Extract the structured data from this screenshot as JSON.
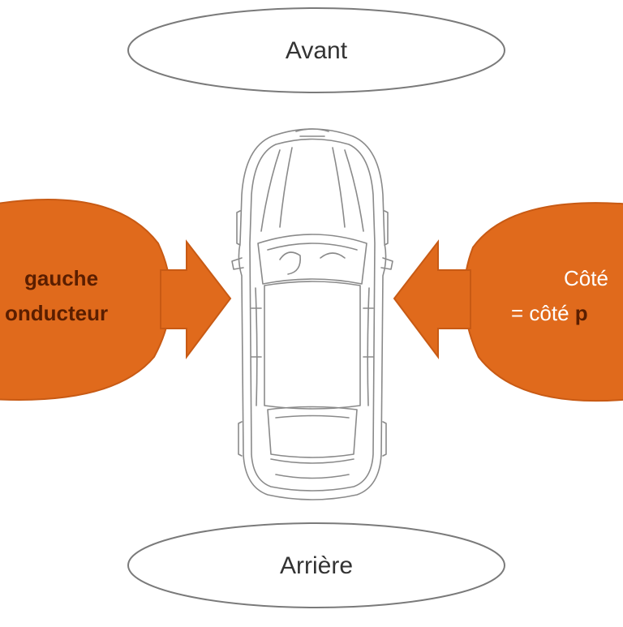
{
  "labels": {
    "front": "Avant",
    "rear": "Arrière",
    "left_line1": "gauche",
    "left_line2": "onducteur",
    "right_line1": "Côté",
    "right_line2_prefix": "= côté ",
    "right_line2_bold": "p"
  },
  "colors": {
    "orange": "#E06A1C",
    "orange_dark": "#C85A14",
    "outline": "#7A7A7A",
    "label_dark": "#5A1E00",
    "label_light": "#FFFFFF"
  },
  "icons": {
    "car": "car-top-view-icon",
    "left_arrow": "arrow-right-icon",
    "right_arrow": "arrow-left-icon"
  }
}
